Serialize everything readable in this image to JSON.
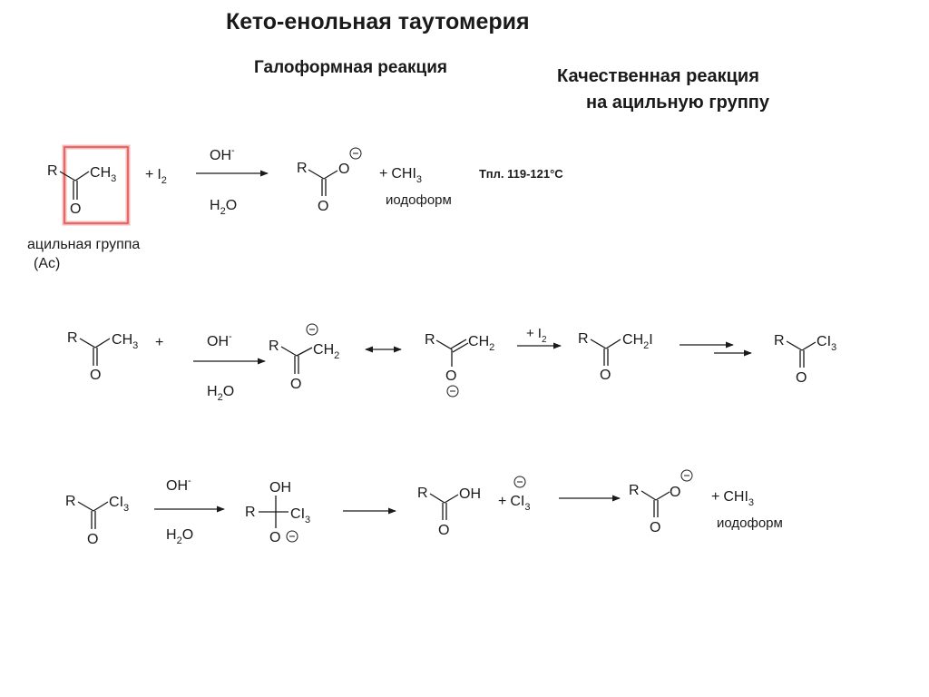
{
  "titles": {
    "main": "Кето-енольная таутомерия",
    "left": "Галоформная реакция",
    "right_line1": "Качественная реакция",
    "right_line2": "на ацильную группу"
  },
  "symbols": {
    "R": "R",
    "O": "O",
    "OH": "OH",
    "C": "C",
    "H": "H",
    "I": "I",
    "Cl": "Cl",
    "minus": "-",
    "two": "2",
    "three": "3",
    "plus": "+"
  },
  "labels": {
    "acyl_group": "ацильная группа",
    "acyl_abbr": "(Ac)",
    "iodoform": "иодоформ",
    "melting_point": "Тпл. 119-121°C"
  },
  "colors": {
    "text": "#1a1a1a",
    "highlight_box": "#e05050",
    "highlight_shadow": "#f3b8b8"
  }
}
